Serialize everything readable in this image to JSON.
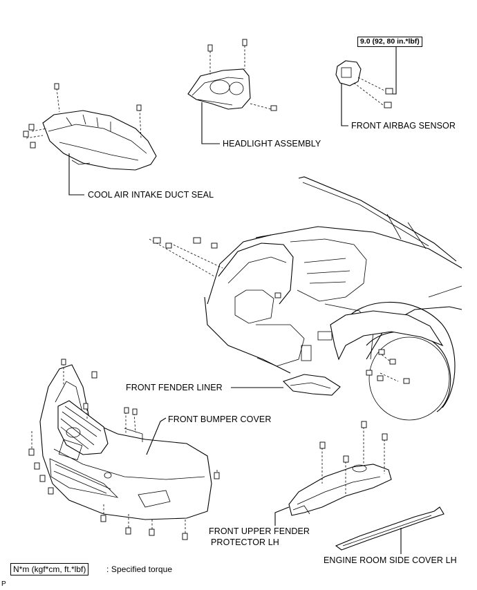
{
  "labels": {
    "torque_value": "9.0 (92, 80 in.*lbf)",
    "front_airbag_sensor": "FRONT AIRBAG SENSOR",
    "headlight_assembly": "HEADLIGHT ASSEMBLY",
    "cool_air_intake_duct_seal": "COOL AIR INTAKE DUCT SEAL",
    "front_fender_liner": "FRONT FENDER LINER",
    "front_bumper_cover": "FRONT BUMPER COVER",
    "front_upper_fender_protector_line1": "FRONT UPPER FENDER",
    "front_upper_fender_protector_line2": "PROTECTOR  LH",
    "engine_room_side_cover": "ENGINE ROOM SIDE COVER LH",
    "legend_unit": "N*m (kgf*cm, ft.*lbf)",
    "legend_text": ": Specified torque",
    "corner_mark": "P"
  }
}
